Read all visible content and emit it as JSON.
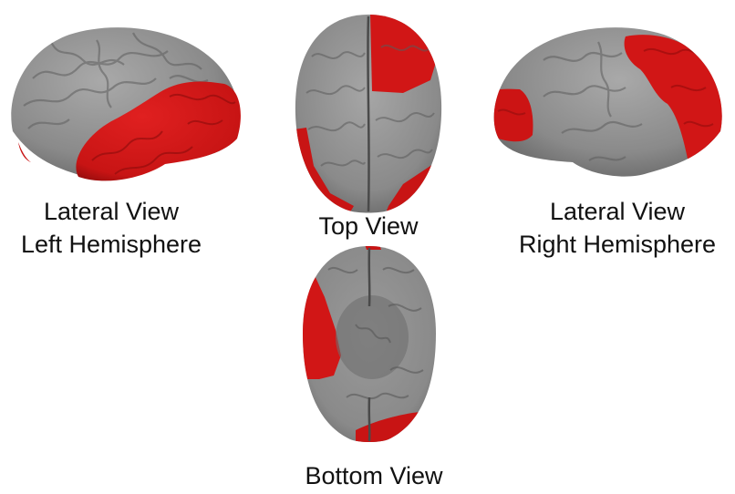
{
  "views": {
    "left_lateral": {
      "line1": "Lateral View",
      "line2": "Left Hemisphere"
    },
    "top": {
      "line1": "Top View"
    },
    "right_lateral": {
      "line1": "Lateral View",
      "line2": "Right Hemisphere"
    },
    "bottom": {
      "line1": "Bottom View"
    }
  },
  "colors": {
    "cortex": "#8a8a8a",
    "cortex_highlight": "#a6a6a6",
    "cortex_shadow": "#666666",
    "region": "#d61818",
    "region_shadow": "#9e0e0e",
    "background": "#ffffff"
  }
}
